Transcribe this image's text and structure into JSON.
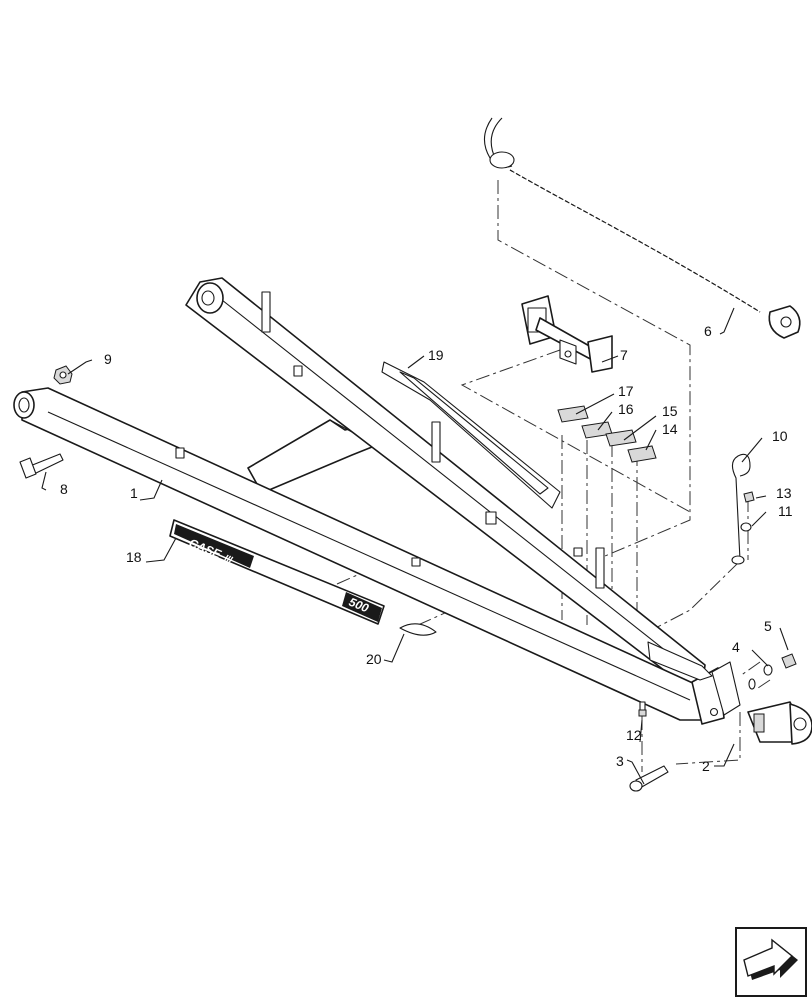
{
  "diagram": {
    "callouts": [
      {
        "id": "c1",
        "label": "1"
      },
      {
        "id": "c2",
        "label": "2"
      },
      {
        "id": "c3",
        "label": "3"
      },
      {
        "id": "c4",
        "label": "4"
      },
      {
        "id": "c5",
        "label": "5"
      },
      {
        "id": "c6",
        "label": "6"
      },
      {
        "id": "c7",
        "label": "7"
      },
      {
        "id": "c8",
        "label": "8"
      },
      {
        "id": "c9",
        "label": "9"
      },
      {
        "id": "c10",
        "label": "10"
      },
      {
        "id": "c11",
        "label": "11"
      },
      {
        "id": "c12",
        "label": "12"
      },
      {
        "id": "c13",
        "label": "13"
      },
      {
        "id": "c14",
        "label": "14"
      },
      {
        "id": "c15",
        "label": "15"
      },
      {
        "id": "c16",
        "label": "16"
      },
      {
        "id": "c17",
        "label": "17"
      },
      {
        "id": "c18",
        "label": "18"
      },
      {
        "id": "c19",
        "label": "19"
      },
      {
        "id": "c20",
        "label": "20"
      }
    ],
    "decal": {
      "brand_text": "CASE",
      "brand_mark": "III",
      "model_text": "500"
    },
    "nav_icon": "next-page-arrow-icon"
  }
}
